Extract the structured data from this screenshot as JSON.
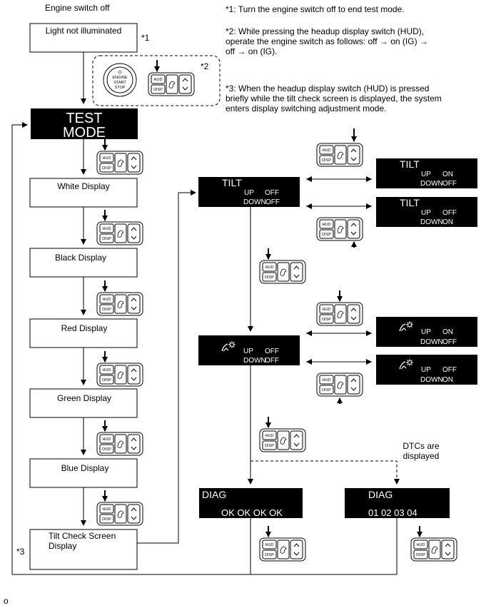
{
  "header": {
    "engine_off": "Engine switch off"
  },
  "notes": {
    "n1": "*1: Turn the engine switch off to end test mode.",
    "n2_l1": "*2: While pressing the headup display switch (HUD),",
    "n2_l2": "operate the engine switch as follows: off → on (IG) →",
    "n2_l3": "off → on (IG).",
    "n3_l1": "*3: When the headup display switch (HUD) is pressed",
    "n3_l2": "briefly while the tilt check screen is displayed, the system",
    "n3_l3": "enters display switching adjustment mode."
  },
  "markers": {
    "m1": "*1",
    "m2": "*2",
    "m3": "*3"
  },
  "left_steps": {
    "light": "Light not illuminated",
    "white": "White Display",
    "black": "Black Display",
    "red": "Red Display",
    "green": "Green Display",
    "blue": "Blue Display",
    "tilt_l1": "Tilt Check Screen",
    "tilt_l2": "Display"
  },
  "test_mode": {
    "l1": "TEST",
    "l2": "MODE"
  },
  "switch_labels": {
    "hud": "HUD",
    "disp": "DISP",
    "engine_l1": "ENGINE",
    "engine_l2": "START",
    "engine_l3": "STOP"
  },
  "screens": {
    "tilt_title": "TILT",
    "up": "UP",
    "down": "DOWN",
    "off": "OFF",
    "on": "ON",
    "diag": "DIAG",
    "diag_ok": "OK OK OK OK",
    "diag_codes": "01 02 03 04"
  },
  "dtc": {
    "l1": "DTCs are",
    "l2": "displayed"
  },
  "footer": {
    "code": "o"
  }
}
